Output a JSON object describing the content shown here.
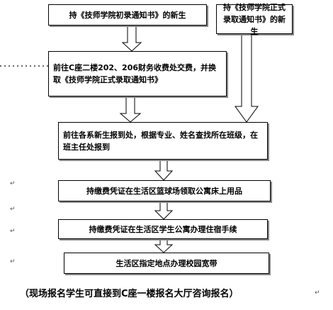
{
  "flowchart": {
    "boxes": {
      "box1": "持《技师学院初录通知书》的新生",
      "box2": "持《技师学院正式录取通知书》的新生",
      "box3": "前往C座二楼202、206财务收费处交费，并换取《技师学院正式录取通知书》",
      "box4": "前往各系新生报到处，根据专业、姓名查找所在班级，在班主任处报到",
      "box5": "持缴费凭证在生活区篮球场领取公寓床上用品",
      "box6": "持缴费凭证在生活区学生公寓办理住宿手续",
      "box7": "生活区指定地点办理校园宽带"
    },
    "paragraph_mark": "↵",
    "note": "（现场报名学生可直接到C座一楼报名大厅咨询报名）"
  }
}
